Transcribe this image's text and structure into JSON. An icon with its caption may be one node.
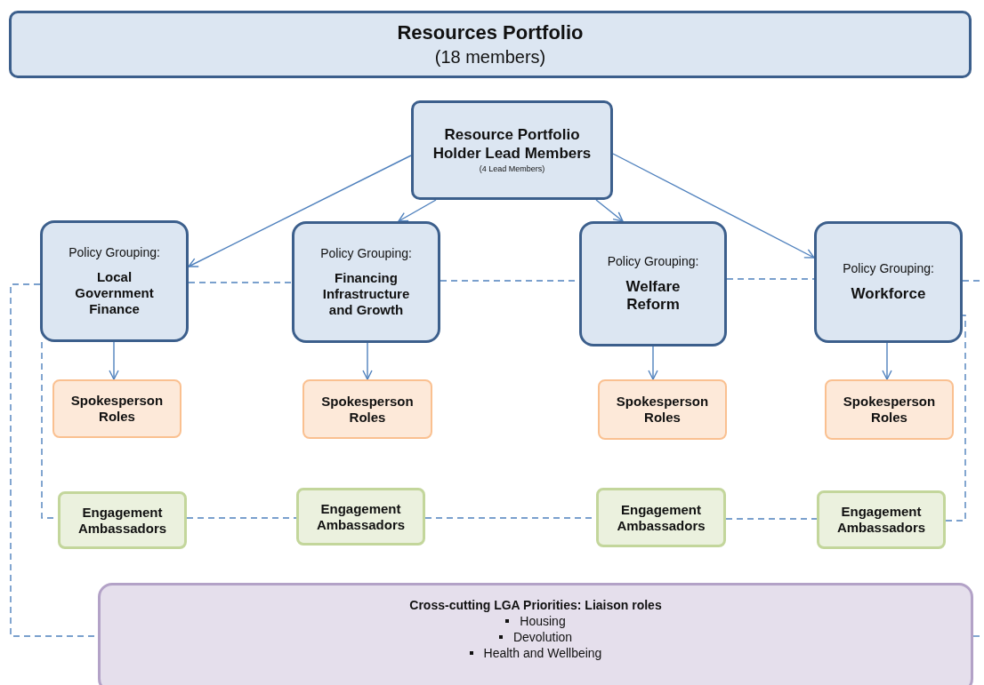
{
  "diagram": {
    "nodes": [
      {
        "text": [
          "Resources Portfolio",
          "(18 members)"
        ]
      },
      {
        "text": [
          "Resource Portfolio Holder Lead Members",
          "(4 Lead Members)"
        ]
      },
      {
        "text": [
          "Policy Grouping:",
          "Local Government Finance"
        ]
      },
      {
        "text": [
          "Policy Grouping:",
          "Financing Infrastructure and Growth"
        ]
      },
      {
        "text": [
          "Policy Grouping:",
          "Welfare Reform"
        ]
      },
      {
        "text": [
          "Policy Grouping:",
          "Workforce"
        ]
      },
      {
        "text": [
          "Spokesperson Roles"
        ]
      },
      {
        "text": [
          "Spokesperson Roles"
        ]
      },
      {
        "text": [
          "Spokesperson Roles"
        ]
      },
      {
        "text": [
          "Spokesperson Roles"
        ]
      },
      {
        "text": [
          "Engagement Ambassadors"
        ]
      },
      {
        "text": [
          "Engagement Ambassadors"
        ]
      },
      {
        "text": [
          "Engagement Ambassadors"
        ]
      },
      {
        "text": [
          "Engagement Ambassadors"
        ]
      },
      {
        "text": [
          "Cross-cutting LGA Priorities: Liaison roles",
          "Housing",
          "Devolution",
          "Health and Wellbeing"
        ]
      }
    ],
    "edges": [
      {
        "from": 1,
        "to": 2,
        "arrow": "to"
      },
      {
        "from": 1,
        "to": 3,
        "arrow": "to"
      },
      {
        "from": 1,
        "to": 4,
        "arrow": "to"
      },
      {
        "from": 1,
        "to": 5,
        "arrow": "to"
      },
      {
        "from": 2,
        "to": 6,
        "arrow": "to"
      },
      {
        "from": 3,
        "to": 7,
        "arrow": "to"
      },
      {
        "from": 4,
        "to": 8,
        "arrow": "to"
      },
      {
        "from": 5,
        "to": 9,
        "arrow": "to"
      },
      {
        "from": 2,
        "to": 3,
        "arrow": "none",
        "style": "dashed"
      },
      {
        "from": 3,
        "to": 4,
        "arrow": "none",
        "style": "dashed"
      },
      {
        "from": 4,
        "to": 5,
        "arrow": "none",
        "style": "dashed"
      },
      {
        "from": 5,
        "to": null,
        "arrow": "none",
        "style": "dashed"
      },
      {
        "from": 2,
        "to": 10,
        "arrow": "none",
        "style": "dashed"
      },
      {
        "from": 10,
        "to": 11,
        "arrow": "none",
        "style": "dashed"
      },
      {
        "from": 11,
        "to": 12,
        "arrow": "none",
        "style": "dashed"
      },
      {
        "from": 12,
        "to": 13,
        "arrow": "none",
        "style": "dashed"
      },
      {
        "from": 13,
        "to": 5,
        "arrow": "none",
        "style": "dashed"
      },
      {
        "from": 2,
        "to": 14,
        "arrow": "none",
        "style": "dashed"
      },
      {
        "from": 14,
        "to": null,
        "arrow": "none",
        "style": "dashed"
      }
    ]
  }
}
